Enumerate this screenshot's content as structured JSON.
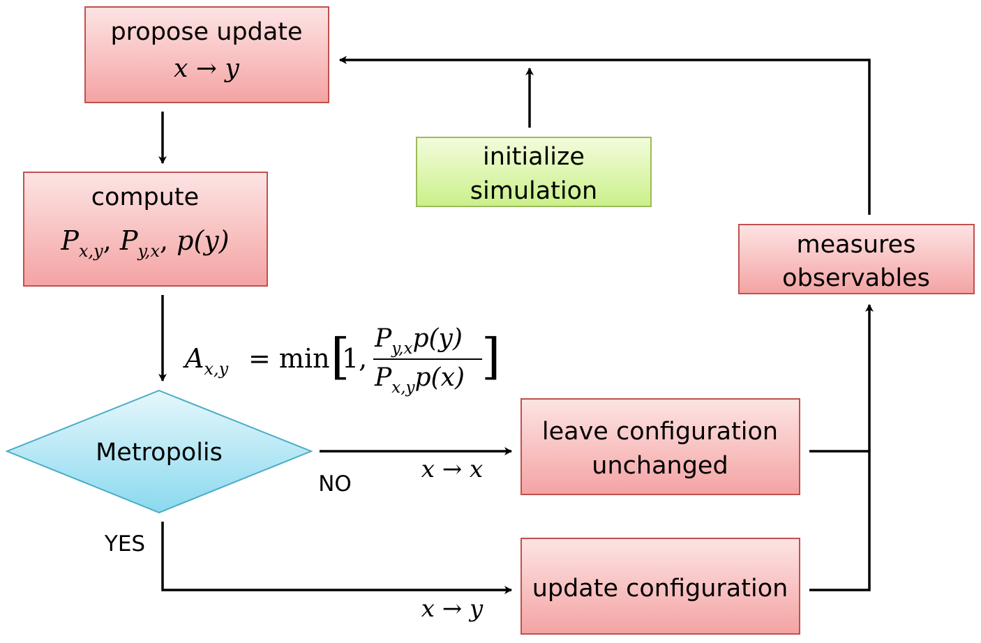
{
  "nodes": {
    "propose": {
      "title": "propose update",
      "math": "x → y"
    },
    "compute": {
      "title": "compute",
      "math_P1": "P",
      "math_P1_sub": "x,y",
      "math_P2": "P",
      "math_P2_sub": "y,x",
      "math_p": "p(y)"
    },
    "initialize": {
      "line1": "initialize",
      "line2": "simulation"
    },
    "measures": {
      "line1": "measures",
      "line2": "observables"
    },
    "metropolis": {
      "label": "Metropolis"
    },
    "leave": {
      "line1": "leave configuration",
      "line2": "unchanged"
    },
    "update": {
      "label": "update configuration"
    }
  },
  "formula": {
    "lhs": "A",
    "lhs_sub": "x,y",
    "eq": "= min",
    "one": "1,",
    "num_P": "P",
    "num_P_sub": "y,x",
    "num_rest": "p(y)",
    "den_P": "P",
    "den_P_sub": "x,y",
    "den_rest": "p(x)"
  },
  "edges": {
    "no_label": "NO",
    "yes_label": "YES",
    "no_math": "x → x",
    "yes_math": "x → y"
  },
  "colors": {
    "box_top": "#fde3e3",
    "box_bottom": "#f4a0a0",
    "box_border": "#c0504d",
    "green_top": "#f2fbd9",
    "green_bottom": "#c9ef86",
    "green_border": "#9bbb59",
    "diamond_top": "#e4f6fb",
    "diamond_bottom": "#8fdcef",
    "diamond_border": "#4bacc6"
  }
}
